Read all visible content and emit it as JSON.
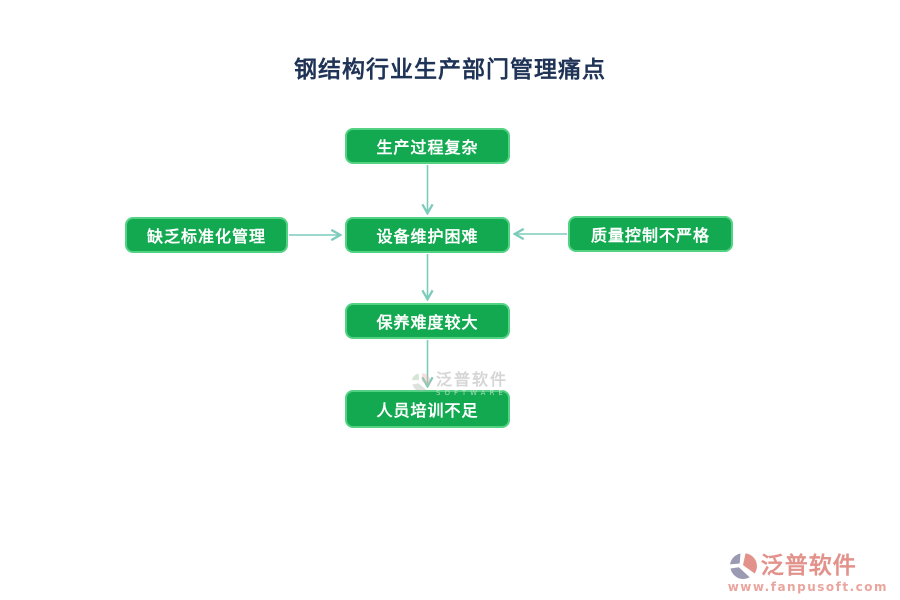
{
  "title": {
    "text": "钢结构行业生产部门管理痛点"
  },
  "diagram": {
    "nodes": {
      "top": {
        "label": "生产过程复杂"
      },
      "left": {
        "label": "缺乏标准化管理"
      },
      "center": {
        "label": "设备维护困难"
      },
      "right": {
        "label": "质量控制不严格"
      },
      "maintenance": {
        "label": "保养难度较大"
      },
      "bottom": {
        "label": "人员培训不足"
      }
    },
    "edges": [
      {
        "from": "top",
        "to": "center",
        "direction": "down"
      },
      {
        "from": "left",
        "to": "center",
        "direction": "right"
      },
      {
        "from": "right",
        "to": "center",
        "direction": "left"
      },
      {
        "from": "center",
        "to": "maintenance",
        "direction": "down"
      },
      {
        "from": "maintenance",
        "to": "bottom",
        "direction": "down"
      }
    ]
  },
  "watermark": {
    "text": "泛普软件",
    "subtext": "SOFTWARE"
  },
  "brand": {
    "name": "泛普软件",
    "url": "www.fanpusoft.com"
  },
  "colors": {
    "node_fill": "#12A951",
    "node_border": "#53D284",
    "node_text": "#FFFFFF",
    "arrow": "#7CCBBB",
    "title": "#1E3356",
    "watermark": "#C9C9C9",
    "brand": "#E2928B",
    "brand_light": "#EAA69E"
  }
}
